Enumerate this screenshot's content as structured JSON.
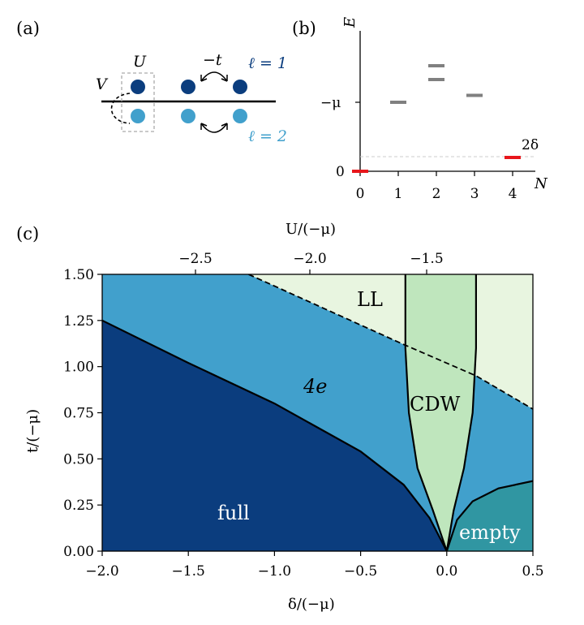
{
  "panel_a": {
    "label": "(a)",
    "U": "U",
    "V": "V",
    "hop": "−t",
    "l1": "ℓ = 1",
    "l2": "ℓ = 2",
    "colors": {
      "l1": "#0b3d7e",
      "l2": "#41a0cc"
    }
  },
  "panel_b": {
    "label": "(b)",
    "ylabel": "E",
    "xlabel": "N",
    "ytick_mu": "−μ",
    "ytick_zero": "0",
    "xticks": [
      "0",
      "1",
      "2",
      "3",
      "4"
    ],
    "delta_label": "2δ",
    "levels": [
      {
        "N": 1,
        "E": 1.0
      },
      {
        "N": 2,
        "E": 1.33
      },
      {
        "N": 2,
        "E": 1.53
      },
      {
        "N": 3,
        "E": 1.1
      }
    ],
    "red_levels": [
      {
        "N": 0,
        "E": 0.0
      },
      {
        "N": 4,
        "E": 0.2
      }
    ],
    "colors": {
      "level": "#808080",
      "red": "#e8161b"
    }
  },
  "panel_c": {
    "label": "(c)",
    "top_label": "U/(−μ)",
    "top_ticks": [
      "−2.5",
      "−2.0",
      "−1.5"
    ],
    "x_label": "δ/(−μ)",
    "y_label": "t/(−μ)",
    "x_ticks": [
      "−2.0",
      "−1.5",
      "−1.0",
      "−0.5",
      "0.0",
      "0.5"
    ],
    "y_ticks": [
      "0.00",
      "0.25",
      "0.50",
      "0.75",
      "1.00",
      "1.25",
      "1.50"
    ],
    "regions": {
      "full": "full",
      "fourE": "4e",
      "ll": "LL",
      "cdw": "CDW",
      "empty": "empty"
    },
    "colors": {
      "full": "#0b3d7e",
      "fourE": "#41a0cc",
      "ll": "#e8f5e0",
      "cdw": "#bfe6bd",
      "empty": "#3096a2"
    }
  },
  "chart_data": {
    "type": "area",
    "xlabel": "δ/(−μ)",
    "ylabel": "t/(−μ)",
    "xlim": [
      -2.0,
      0.5
    ],
    "ylim": [
      0.0,
      1.5
    ],
    "top_axis": {
      "label": "U/(−μ)",
      "ticks": [
        -2.5,
        -2.0,
        -1.5
      ]
    },
    "regions": [
      "full",
      "4e",
      "LL",
      "CDW",
      "empty"
    ],
    "boundaries": [
      {
        "name": "full/4e",
        "style": "solid",
        "points": [
          [
            -2.0,
            1.25
          ],
          [
            -1.5,
            1.02
          ],
          [
            -1.0,
            0.8
          ],
          [
            -0.5,
            0.54
          ],
          [
            -0.25,
            0.36
          ],
          [
            -0.1,
            0.18
          ],
          [
            0.0,
            0.0
          ]
        ]
      },
      {
        "name": "4e/LL",
        "style": "dashed",
        "points": [
          [
            -1.15,
            1.5
          ],
          [
            -0.25,
            1.12
          ],
          [
            0.17,
            0.95
          ],
          [
            0.5,
            0.77
          ]
        ]
      },
      {
        "name": "CDW left",
        "style": "solid",
        "points": [
          [
            -0.24,
            1.5
          ],
          [
            -0.24,
            1.1
          ],
          [
            -0.22,
            0.75
          ],
          [
            -0.17,
            0.45
          ],
          [
            -0.08,
            0.22
          ],
          [
            0.0,
            0.0
          ]
        ]
      },
      {
        "name": "CDW right",
        "style": "solid",
        "points": [
          [
            0.17,
            1.5
          ],
          [
            0.17,
            1.1
          ],
          [
            0.15,
            0.75
          ],
          [
            0.1,
            0.45
          ],
          [
            0.04,
            0.22
          ],
          [
            0.0,
            0.0
          ]
        ]
      },
      {
        "name": "empty",
        "style": "solid",
        "points": [
          [
            0.0,
            0.0
          ],
          [
            0.06,
            0.17
          ],
          [
            0.15,
            0.27
          ],
          [
            0.3,
            0.34
          ],
          [
            0.5,
            0.38
          ]
        ]
      }
    ]
  }
}
